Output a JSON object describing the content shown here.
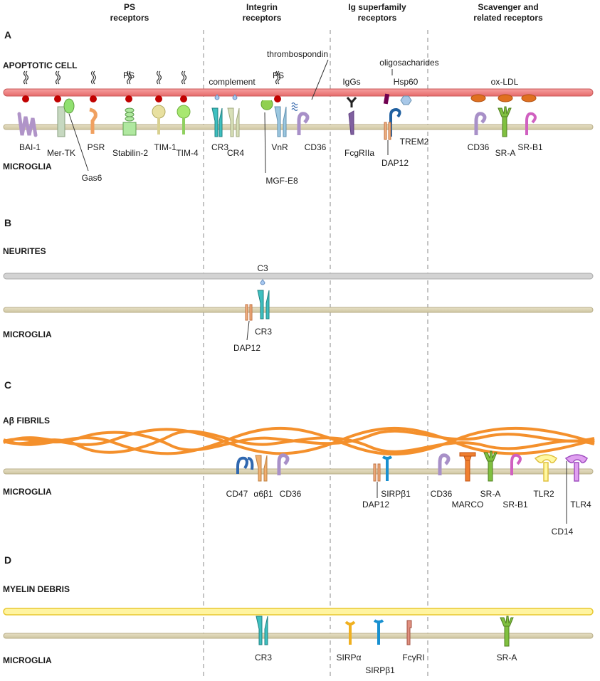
{
  "colors": {
    "apoptotic_membrane": "#f08080",
    "microglia_membrane": "#d8d0b0",
    "neurite_membrane": "#d3d3d3",
    "myelin_membrane": "#fff4a0",
    "fibril": "#f4902c",
    "ps_ligand": "#c00000",
    "divider": "#b0b0b0"
  },
  "headers": {
    "ps": [
      "PS",
      "receptors"
    ],
    "integrin": [
      "Integrin",
      "receptors"
    ],
    "ig": [
      "Ig superfamily",
      "receptors"
    ],
    "scavenger": [
      "Scavenger  and",
      "related receptors"
    ]
  },
  "panelA": {
    "letter": "A",
    "cell": "APOPTOTIC CELL",
    "microglia": "MICROGLIA",
    "ligands": {
      "ps1": "PS",
      "complement": "complement",
      "ps2": "PS",
      "thrombospondin": "thrombospondin",
      "iggs": "IgGs",
      "oligosacharides": "oligosacharides",
      "hsp60": "Hsp60",
      "oxldl": "ox-LDL"
    },
    "receptors": {
      "bai1": "BAI-1",
      "mertk": "Mer-TK",
      "gas6": "Gas6",
      "psr": "PSR",
      "stabilin2": "Stabilin-2",
      "tim1": "TIM-1",
      "tim4": "TIM-4",
      "cr3": "CR3",
      "cr4": "CR4",
      "vnr": "VnR",
      "cd36": "CD36",
      "mfge8": "MGF-E8",
      "fcgr": "FcgRIIa",
      "trem2": "TREM2",
      "dap12": "DAP12",
      "cd36s": "CD36",
      "sra": "SR-A",
      "srb1": "SR-B1"
    }
  },
  "panelB": {
    "letter": "B",
    "cell": "NEURITES",
    "microglia": "MICROGLIA",
    "c3": "C3",
    "cr3": "CR3",
    "dap12": "DAP12"
  },
  "panelC": {
    "letter": "C",
    "cell": "Aβ FIBRILS",
    "microglia": "MICROGLIA",
    "receptors": {
      "cd47": "CD47",
      "a6b1": "α6β1",
      "cd36": "CD36",
      "dap12": "DAP12",
      "sirpb1": "SIRPβ1",
      "cd36s": "CD36",
      "marco": "MARCO",
      "sra": "SR-A",
      "srb1": "SR-B1",
      "tlr2": "TLR2",
      "tlr4": "TLR4",
      "cd14": "CD14"
    }
  },
  "panelD": {
    "letter": "D",
    "cell": "MYELIN DEBRIS",
    "microglia": "MICROGLIA",
    "receptors": {
      "cr3": "CR3",
      "sirpa": "SIRPα",
      "sirpb1": "SIRPβ1",
      "fcgri": "FcγRI",
      "sra": "SR-A"
    }
  }
}
